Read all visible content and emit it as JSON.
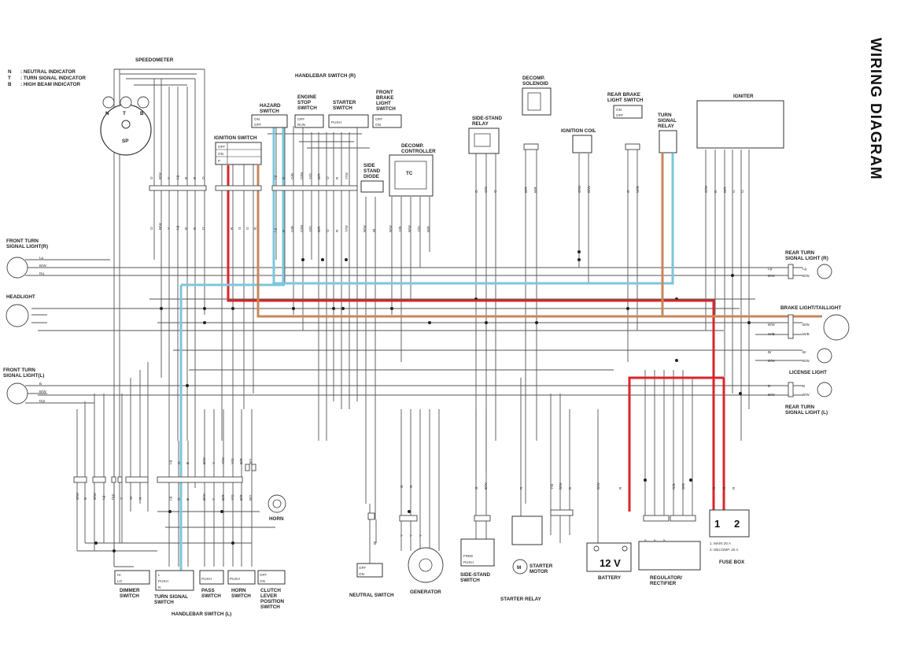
{
  "title": "WIRING DIAGRAM",
  "legend": [
    {
      "key": "N",
      "text": ": NEUTRAL INDICATOR"
    },
    {
      "key": "T",
      "text": ": TURN SIGNAL INDICATOR"
    },
    {
      "key": "B",
      "text": ": HIGH BEAM INDICATOR"
    }
  ],
  "components": {
    "speedometer": "SPEEDOMETER",
    "sp": "SP",
    "ind_n": "N",
    "ind_t": "T",
    "ind_b": "B",
    "handlebar_r": "HANDLEBAR SWITCH (R)",
    "handlebar_l": "HANDLEBAR SWITCH (L)",
    "hazard": [
      "HAZARD",
      "SWITCH"
    ],
    "engine_stop": [
      "ENGINE",
      "STOP",
      "SWITCH"
    ],
    "starter_sw": [
      "STARTER",
      "SWITCH"
    ],
    "front_brake": [
      "FRONT",
      "BRAKE",
      "LIGHT",
      "SWITCH"
    ],
    "ignition_switch": "IGNITION SWITCH",
    "side_stand_diode": [
      "SIDE",
      "STAND",
      "DIODE"
    ],
    "decomp_controller": [
      "DECOMP.",
      "CONTROLLER"
    ],
    "tc": "TC",
    "side_stand_relay": [
      "SIDE-STAND",
      "RELAY"
    ],
    "decomp_solenoid": [
      "DECOMP.",
      "SOLENOID"
    ],
    "ignition_coil": "IGNITION COIL",
    "rear_brake_sw": [
      "REAR BRAKE",
      "LIGHT SWITCH"
    ],
    "turn_relay": [
      "TURN",
      "SIGNAL",
      "RELAY"
    ],
    "igniter": "IGNITER",
    "front_turn_r": [
      "FRONT TURN",
      "SIGNAL LIGHT(R)"
    ],
    "headlight": "HEADLIGHT",
    "front_turn_l": [
      "FRONT TURN",
      "SIGNAL LIGHT(L)"
    ],
    "rear_turn_r": [
      "REAR TURN",
      "SIGNAL LIGHT (R)"
    ],
    "brake_tail": "BRAKE LIGHT/TAILLIGHT",
    "license": "LICENSE LIGHT",
    "rear_turn_l": [
      "REAR TURN",
      "SIGNAL LIGHT (L)"
    ],
    "horn": "HORN",
    "dimmer": [
      "DIMMER",
      "SWITCH"
    ],
    "turn_sw": [
      "TURN SIGNAL",
      "SWITCH"
    ],
    "pass": [
      "PASS",
      "SWITCH"
    ],
    "horn_sw": [
      "HORN",
      "SWITCH"
    ],
    "clutch": [
      "CLUTCH",
      "LEVER",
      "POSITION",
      "SWITCH"
    ],
    "neutral": "NEUTRAL SWITCH",
    "generator": "GENERATOR",
    "side_stand_sw": [
      "SIDE-STAND",
      "SWITCH"
    ],
    "starter_motor": [
      "STARTER",
      "MOTOR"
    ],
    "starter_relay": "STARTER RELAY",
    "battery": "BATTERY",
    "battery_v": "12 V",
    "regulator": [
      "REGULATOR/",
      "RECTIFIER"
    ],
    "fuse_box": "FUSE BOX",
    "fuse_items": [
      "1: MAIN       20 A",
      "2: DECOMP. 20 A"
    ],
    "m": "M"
  },
  "switch_states": {
    "ign": [
      "OFF",
      "ON",
      "P"
    ],
    "hazard": [
      "ON",
      "OFF"
    ],
    "engine_stop": [
      "OFF",
      "RUN"
    ],
    "starter": [
      "PUSH"
    ],
    "front_brake": [
      "OFF",
      "ON"
    ],
    "rear_brake": [
      "ON",
      "OFF"
    ],
    "dimmer": [
      "HI",
      "LO"
    ],
    "turn": [
      "L",
      "PUSH",
      "R"
    ],
    "pass": [
      "PUSH"
    ],
    "horn": [
      "PUSH"
    ],
    "clutch": [
      "OFF",
      "ON"
    ],
    "neutral": [
      "OFF",
      "ON"
    ],
    "side_stand": [
      "FREE",
      "PUSH"
    ]
  },
  "wire_codes": {
    "speedo": [
      "O",
      "B/W",
      "Y",
      "Lg",
      "B",
      "R",
      "O"
    ],
    "ign": [
      "R",
      "O",
      "O",
      "R"
    ],
    "hbr": [
      "Lg",
      "B",
      "O/B",
      "O/W",
      "Y/G",
      "B/R",
      "O",
      "R",
      "Y/W"
    ],
    "diode": [
      "B/W",
      "Bl"
    ],
    "decomp": [
      "B/W",
      "Y/B",
      "B/W",
      "Y/G",
      "B/R"
    ],
    "ssr": [
      "O",
      "O/G",
      "O"
    ],
    "sol": [
      "B/R",
      "B/R"
    ],
    "coil": [
      "O/W",
      "B/W"
    ],
    "rbr": [
      "O",
      "W/B"
    ],
    "ign2": [
      "O/W",
      "B",
      "B/R",
      "G",
      "O"
    ],
    "hbl": [
      "Lg",
      "O",
      "B",
      "B/W",
      "Y",
      "Y/W",
      "Y/G",
      "B/R",
      "B/Y"
    ],
    "hbl_low": [
      "Lg",
      "O",
      "B",
      "B/W",
      "Y",
      "B/R",
      "Y/G",
      "B/R",
      "B/Y"
    ],
    "left_low": [
      "B/W",
      "B",
      "B/W",
      "Lg",
      "Dgr",
      "Y",
      "W",
      "R"
    ],
    "front_r": [
      "Lg",
      "B/W",
      "Dg"
    ],
    "front_l": [
      "B",
      "B/W",
      "Dgr"
    ],
    "rtr": [
      "Lg",
      "B/W",
      "Lg",
      "B/W"
    ],
    "tail": [
      "B/W",
      "W/B",
      "B/W",
      "W/B"
    ],
    "lic": [
      "Br",
      "B/W",
      "Br",
      "B/W"
    ],
    "rtl": [
      "B",
      "B/W",
      "B",
      "B/W"
    ],
    "gen": [
      "G",
      "G",
      "Y",
      "Y",
      "Y"
    ],
    "ssw": [
      "G",
      "B/W"
    ],
    "relay": [
      "R",
      "Y/B",
      "B/W",
      "B"
    ],
    "batt": [
      "B/W",
      "R"
    ],
    "reg": [
      "Y",
      "Y",
      "Y",
      "R/B",
      "G/B"
    ],
    "fuse": [
      "R",
      "R",
      "R"
    ],
    "neut": [
      "Bl"
    ]
  }
}
